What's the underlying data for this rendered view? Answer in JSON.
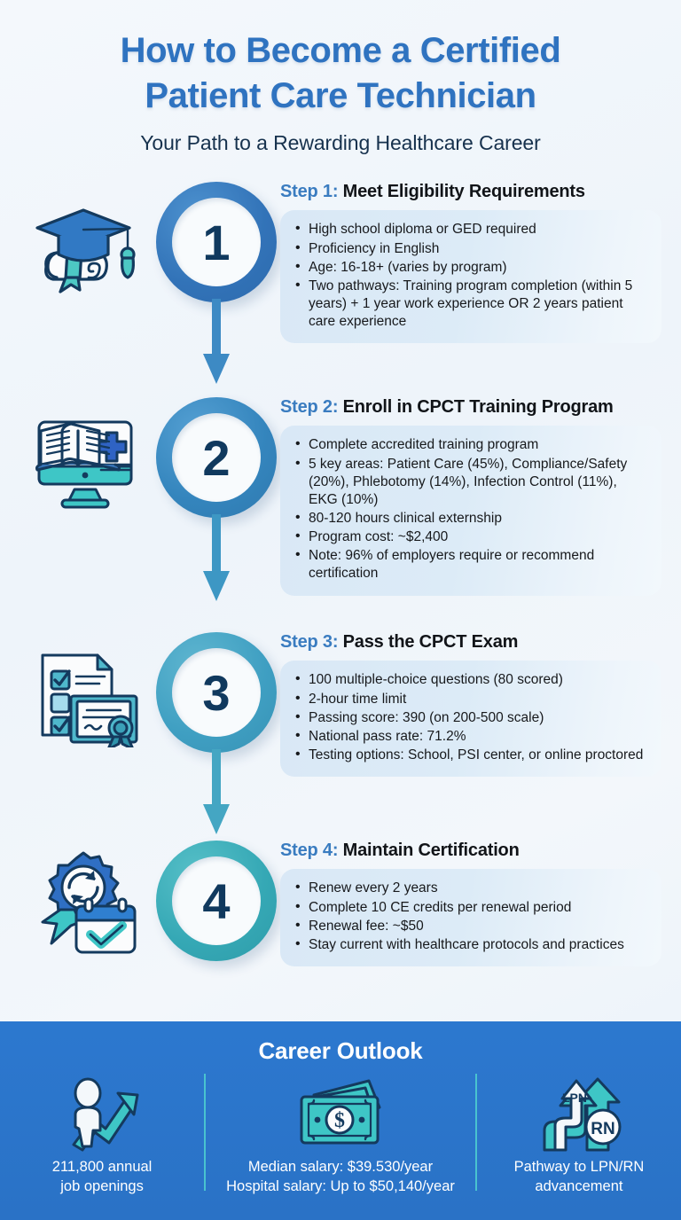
{
  "header": {
    "title_line1": "How to Become a Certified",
    "title_line2": "Patient Care Technician",
    "subtitle": "Your Path to a Rewarding Healthcare Career"
  },
  "colors": {
    "title_blue": "#2f73c0",
    "step_label_blue": "#3a7cc0",
    "circle_1": "#3273b8",
    "circle_2": "#3485bd",
    "circle_3": "#3f9fc2",
    "circle_4": "#35a8b5",
    "footer_bg": "#2b76ce",
    "divider_teal": "#49c3cf",
    "panel_bg": "#dce9f5",
    "number_navy": "#10395e"
  },
  "steps": [
    {
      "number": "1",
      "label": "Step 1:",
      "heading": "Meet Eligibility Requirements",
      "icon": "graduation-cap-diploma-icon",
      "bullets": [
        "High school diploma or GED required",
        "Proficiency in English",
        "Age: 16-18+ (varies by program)",
        "Two pathways: Training program completion (within 5 years) + 1 year work experience OR 2 years patient care experience"
      ]
    },
    {
      "number": "2",
      "label": "Step 2:",
      "heading": "Enroll in CPCT Training Program",
      "icon": "book-monitor-medical-icon",
      "bullets": [
        "Complete accredited training program",
        "5 key areas: Patient Care (45%), Compliance/Safety (20%), Phlebotomy (14%), Infection Control (11%), EKG (10%)",
        "80-120 hours clinical externship",
        "Program cost: ~$2,400",
        "Note: 96% of employers require or recommend certification"
      ]
    },
    {
      "number": "3",
      "label": "Step 3:",
      "heading": "Pass the CPCT Exam",
      "icon": "checklist-certificate-icon",
      "bullets": [
        "100 multiple-choice questions (80 scored)",
        "2-hour time limit",
        "Passing score: 390 (on 200-500 scale)",
        "National pass rate: 71.2%",
        "Testing options: School, PSI center, or online proctored"
      ]
    },
    {
      "number": "4",
      "label": "Step 4:",
      "heading": "Maintain Certification",
      "icon": "renewal-badge-calendar-icon",
      "bullets": [
        "Renew every 2 years",
        "Complete 10 CE credits per renewal period",
        "Renewal fee: ~$50",
        "Stay current with healthcare protocols and practices"
      ]
    }
  ],
  "footer": {
    "title": "Career Outlook",
    "stats": [
      {
        "icon": "person-growth-arrow-icon",
        "line1": "211,800 annual",
        "line2": "job openings"
      },
      {
        "icon": "cash-dollar-icon",
        "line1": "Median salary: $39.530/year",
        "line2": "Hospital salary: Up to $50,140/year"
      },
      {
        "icon": "lpn-rn-pathway-arrows-icon",
        "line1": "Pathway to LPN/RN",
        "line2": "advancement"
      }
    ]
  }
}
